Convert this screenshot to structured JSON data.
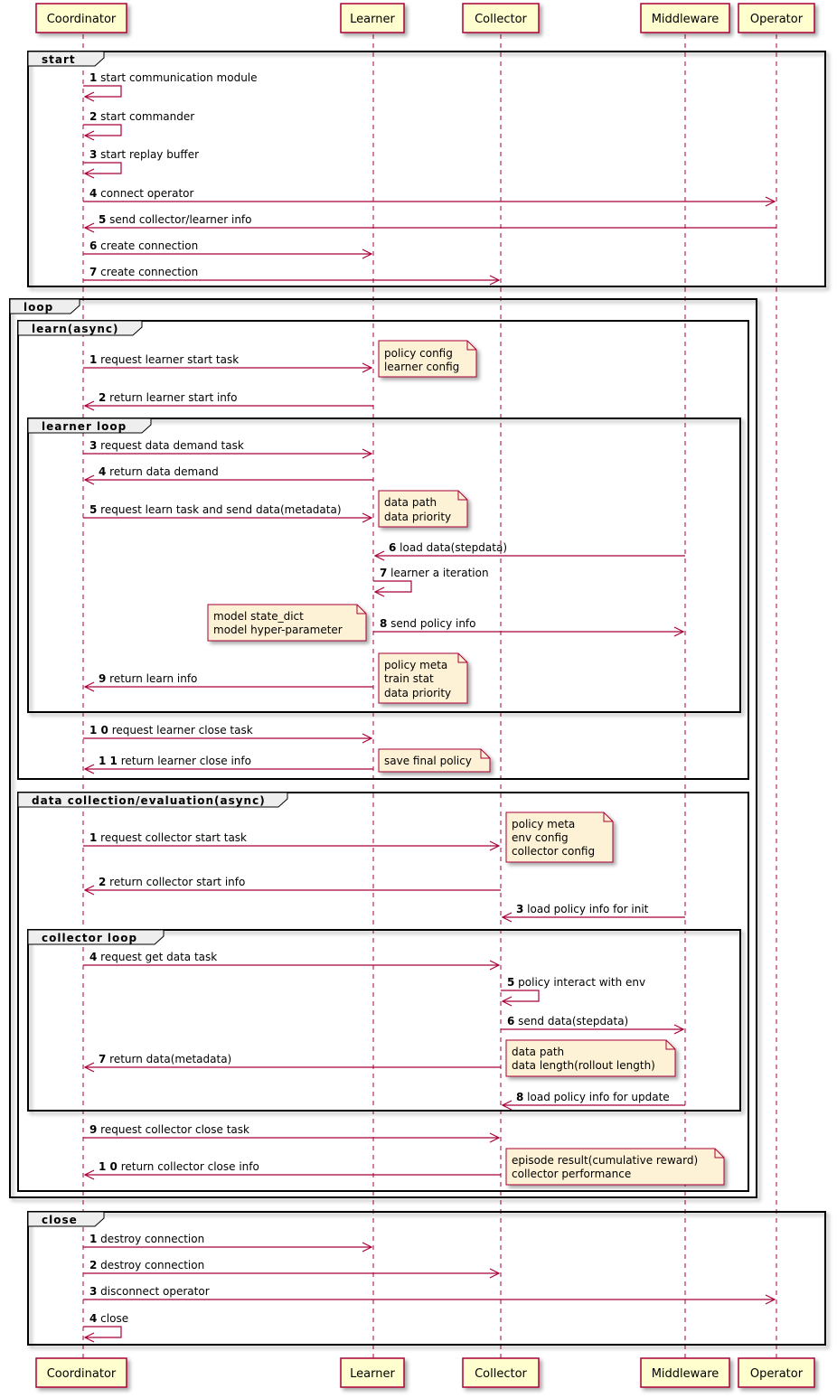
{
  "participants": [
    "Coordinator",
    "Learner",
    "Collector",
    "Middleware",
    "Operator"
  ],
  "frames": {
    "start": "start",
    "loop": "loop",
    "learn": "learn(async)",
    "learner_loop": "learner loop",
    "collect": "data collection/evaluation(async)",
    "collector_loop": "collector loop",
    "close": "close"
  },
  "messages": [
    {
      "num": "1",
      "text": "start communication module"
    },
    {
      "num": "2",
      "text": "start commander"
    },
    {
      "num": "3",
      "text": "start replay buffer"
    },
    {
      "num": "4",
      "text": "connect operator"
    },
    {
      "num": "5",
      "text": "send collector/learner info"
    },
    {
      "num": "6",
      "text": "create connection"
    },
    {
      "num": "7",
      "text": "create connection"
    },
    {
      "num": "1",
      "text": "request learner start task"
    },
    {
      "num": "2",
      "text": "return learner start info"
    },
    {
      "num": "3",
      "text": "request data demand task"
    },
    {
      "num": "4",
      "text": "return data demand"
    },
    {
      "num": "5",
      "text": "request learn task and send data(metadata)"
    },
    {
      "num": "6",
      "text": "load data(stepdata)"
    },
    {
      "num": "7",
      "text": "learner a iteration"
    },
    {
      "num": "8",
      "text": "send policy info"
    },
    {
      "num": "9",
      "text": "return learn info"
    },
    {
      "num": "1 0",
      "text": "request learner close task"
    },
    {
      "num": "1 1",
      "text": "return learner close info"
    },
    {
      "num": "1",
      "text": "request collector start task"
    },
    {
      "num": "2",
      "text": "return collector start info"
    },
    {
      "num": "3",
      "text": "load policy info for init"
    },
    {
      "num": "4",
      "text": "request get data task"
    },
    {
      "num": "5",
      "text": "policy interact with env"
    },
    {
      "num": "6",
      "text": "send data(stepdata)"
    },
    {
      "num": "7",
      "text": "return data(metadata)"
    },
    {
      "num": "8",
      "text": "load policy info for update"
    },
    {
      "num": "9",
      "text": "request collector close task"
    },
    {
      "num": "1 0",
      "text": "return collector close info"
    },
    {
      "num": "1",
      "text": "destroy connection"
    },
    {
      "num": "2",
      "text": "destroy connection"
    },
    {
      "num": "3",
      "text": "disconnect operator"
    },
    {
      "num": "4",
      "text": "close"
    }
  ],
  "notes": [
    [
      "policy config",
      "learner config"
    ],
    [
      "data path",
      "data priority"
    ],
    [
      "model state_dict",
      "model hyper-parameter"
    ],
    [
      "policy meta",
      "train stat",
      "data priority"
    ],
    [
      "save final policy"
    ],
    [
      "policy meta",
      "env config",
      "collector config"
    ],
    [
      "data path",
      "data length(rollout length)"
    ],
    [
      "episode result(cumulative reward)",
      "collector performance"
    ]
  ],
  "colors": {
    "arrow": "#a80036",
    "participant_fill": "#fefece",
    "participant_border": "#a80036",
    "note_fill": "#fbfb77",
    "frame_border": "#000000"
  }
}
